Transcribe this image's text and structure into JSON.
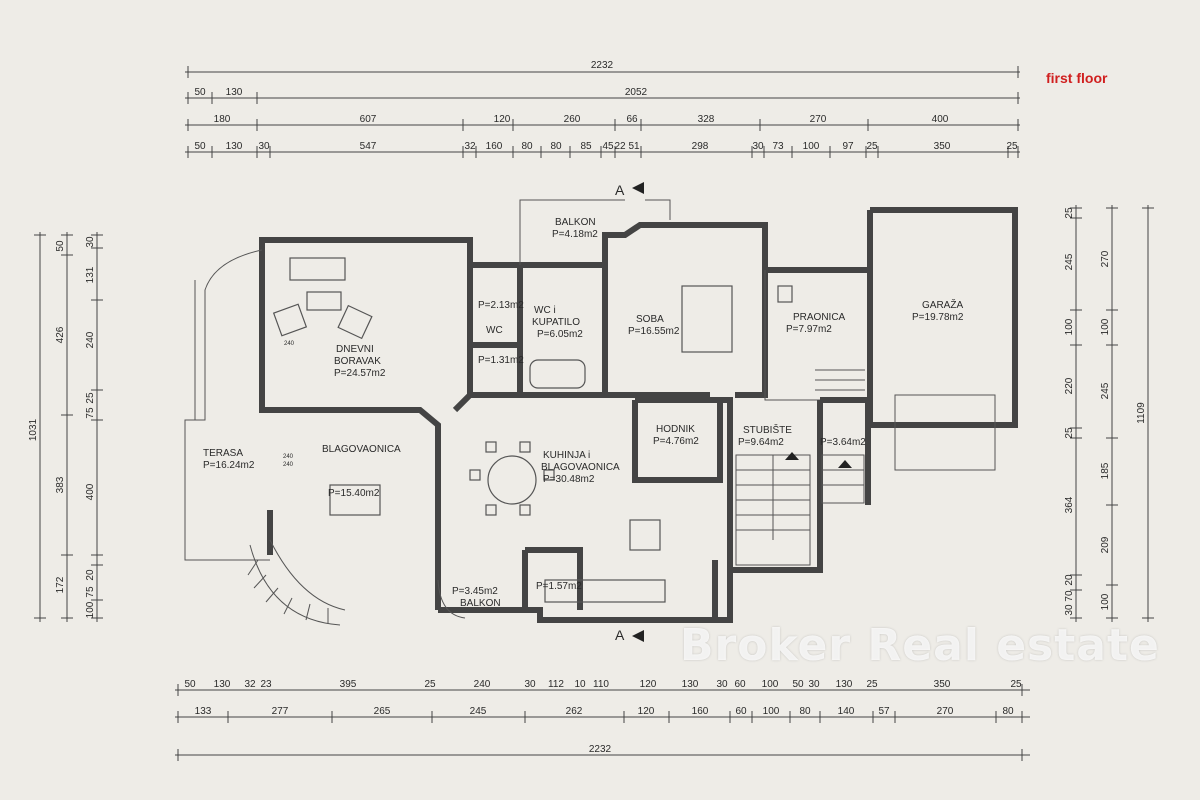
{
  "floor_label": "first floor",
  "watermark": "Broker Real estate",
  "section_markers": [
    "A",
    "A"
  ],
  "top_dims": {
    "overall": "2232",
    "row2": [
      "50",
      "130",
      "2052"
    ],
    "row3": [
      "180",
      "607",
      "120",
      "260",
      "66",
      "328",
      "270",
      "400"
    ],
    "row4": [
      "50",
      "130",
      "30",
      "547",
      "32",
      "160",
      "80",
      "80",
      "85",
      "45",
      "22",
      "51",
      "298",
      "30",
      "73",
      "100",
      "97",
      "25",
      "350",
      "25"
    ]
  },
  "bottom_dims": {
    "row1": [
      "50",
      "130",
      "32",
      "23",
      "395",
      "25",
      "240",
      "30",
      "112",
      "10",
      "110",
      "120",
      "130",
      "30",
      "60",
      "100",
      "50",
      "30",
      "130",
      "25",
      "350",
      "25"
    ],
    "row2": [
      "133",
      "277",
      "265",
      "245",
      "262",
      "120",
      "160",
      "60",
      "100",
      "80",
      "140",
      "57",
      "270",
      "80"
    ],
    "overall": "2232"
  },
  "left_dims": {
    "overall": "1031",
    "col2": [
      "50",
      "426",
      "383",
      "172",
      "100"
    ],
    "col3": [
      "30",
      "131",
      "240",
      "25",
      "75",
      "400",
      "20",
      "75"
    ]
  },
  "right_dims": {
    "overall": "1109",
    "col2": [
      "270",
      "100",
      "245",
      "185",
      "209",
      "100"
    ],
    "col3": [
      "25",
      "245",
      "100",
      "220",
      "25",
      "364",
      "20",
      "70",
      "30"
    ]
  },
  "rooms": {
    "balkon_top": {
      "name": "BALKON",
      "area": "P=4.18m2"
    },
    "wc_small_area": "P=2.13m2",
    "wc": {
      "name": "WC"
    },
    "wc_kupatilo": {
      "name": "WC i",
      "name2": "KUPATILO",
      "area": "P=6.05m2"
    },
    "wc_lower_area": "P=1.31m2",
    "soba": {
      "name": "SOBA",
      "area": "P=16.55m2"
    },
    "praonica": {
      "name": "PRAONICA",
      "area": "P=7.97m2"
    },
    "garaza": {
      "name": "GARAŽA",
      "area": "P=19.78m2"
    },
    "dnevni": {
      "name": "DNEVNI",
      "name2": "BORAVAK",
      "area": "P=24.57m2"
    },
    "blagovaonica": {
      "name": "BLAGOVAONICA",
      "area": "P=15.40m2"
    },
    "terasa": {
      "name": "TERASA",
      "area": "P=16.24m2"
    },
    "kuhinja": {
      "name": "KUHINJA i",
      "name2": "BLAGOVAONICA",
      "area": "P=30.48m2"
    },
    "hodnik": {
      "name": "HODNIK",
      "area": "P=4.76m2"
    },
    "stubiste": {
      "name": "STUBIŠTE",
      "area": "P=9.64m2"
    },
    "storage_area": "P=3.64m2",
    "balkon_bottom": {
      "name": "BALKON",
      "area": "P=3.45m2"
    },
    "pantry_area": "P=1.57m2"
  },
  "window_codes": [
    "240",
    "240",
    "240"
  ]
}
